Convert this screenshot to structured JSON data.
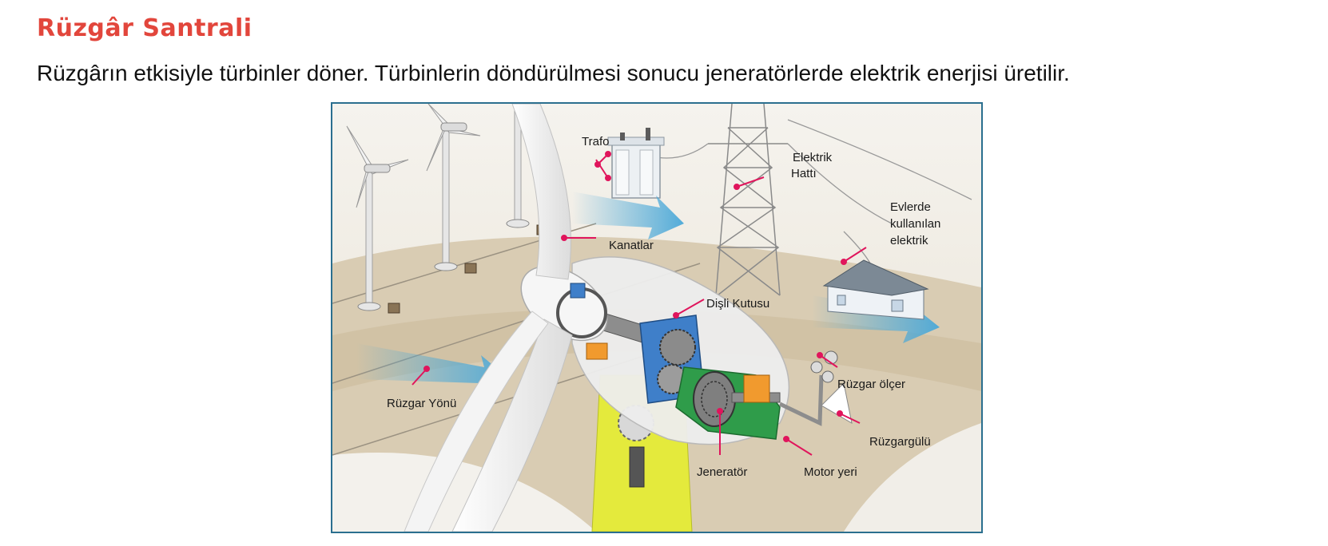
{
  "header": {
    "title": "Rüzgâr Santrali",
    "intro": "Rüzgârın etkisiyle türbinler döner. Türbinlerin döndürülmesi sonucu jeneratörlerde elektrik enerjisi üretilir."
  },
  "colors": {
    "title": "#e2463c",
    "callout": "#e0155c",
    "frame": "#2b6f8f",
    "gearbox": "#3f7fc9",
    "generator": "#2f9c4a",
    "tower": "#e4ea3c",
    "wind_arrow": "#4aa8d8"
  },
  "diagram": {
    "labels": {
      "trafo": "Trafo",
      "elektrik_1": "Elektrik",
      "elektrik_2": "Hattı",
      "kanatlar": "Kanatlar",
      "evlerde_1": "Evlerde",
      "evlerde_2": "kullanılan",
      "evlerde_3": "elektrik",
      "disli": "Dişli Kutusu",
      "ruzgar_yonu": "Rüzgar Yönü",
      "ruzgar_olcer": "Rüzgar ölçer",
      "ruzgargulu": "Rüzgargülü",
      "jenerator": "Jeneratör",
      "motor_yeri": "Motor yeri"
    }
  }
}
